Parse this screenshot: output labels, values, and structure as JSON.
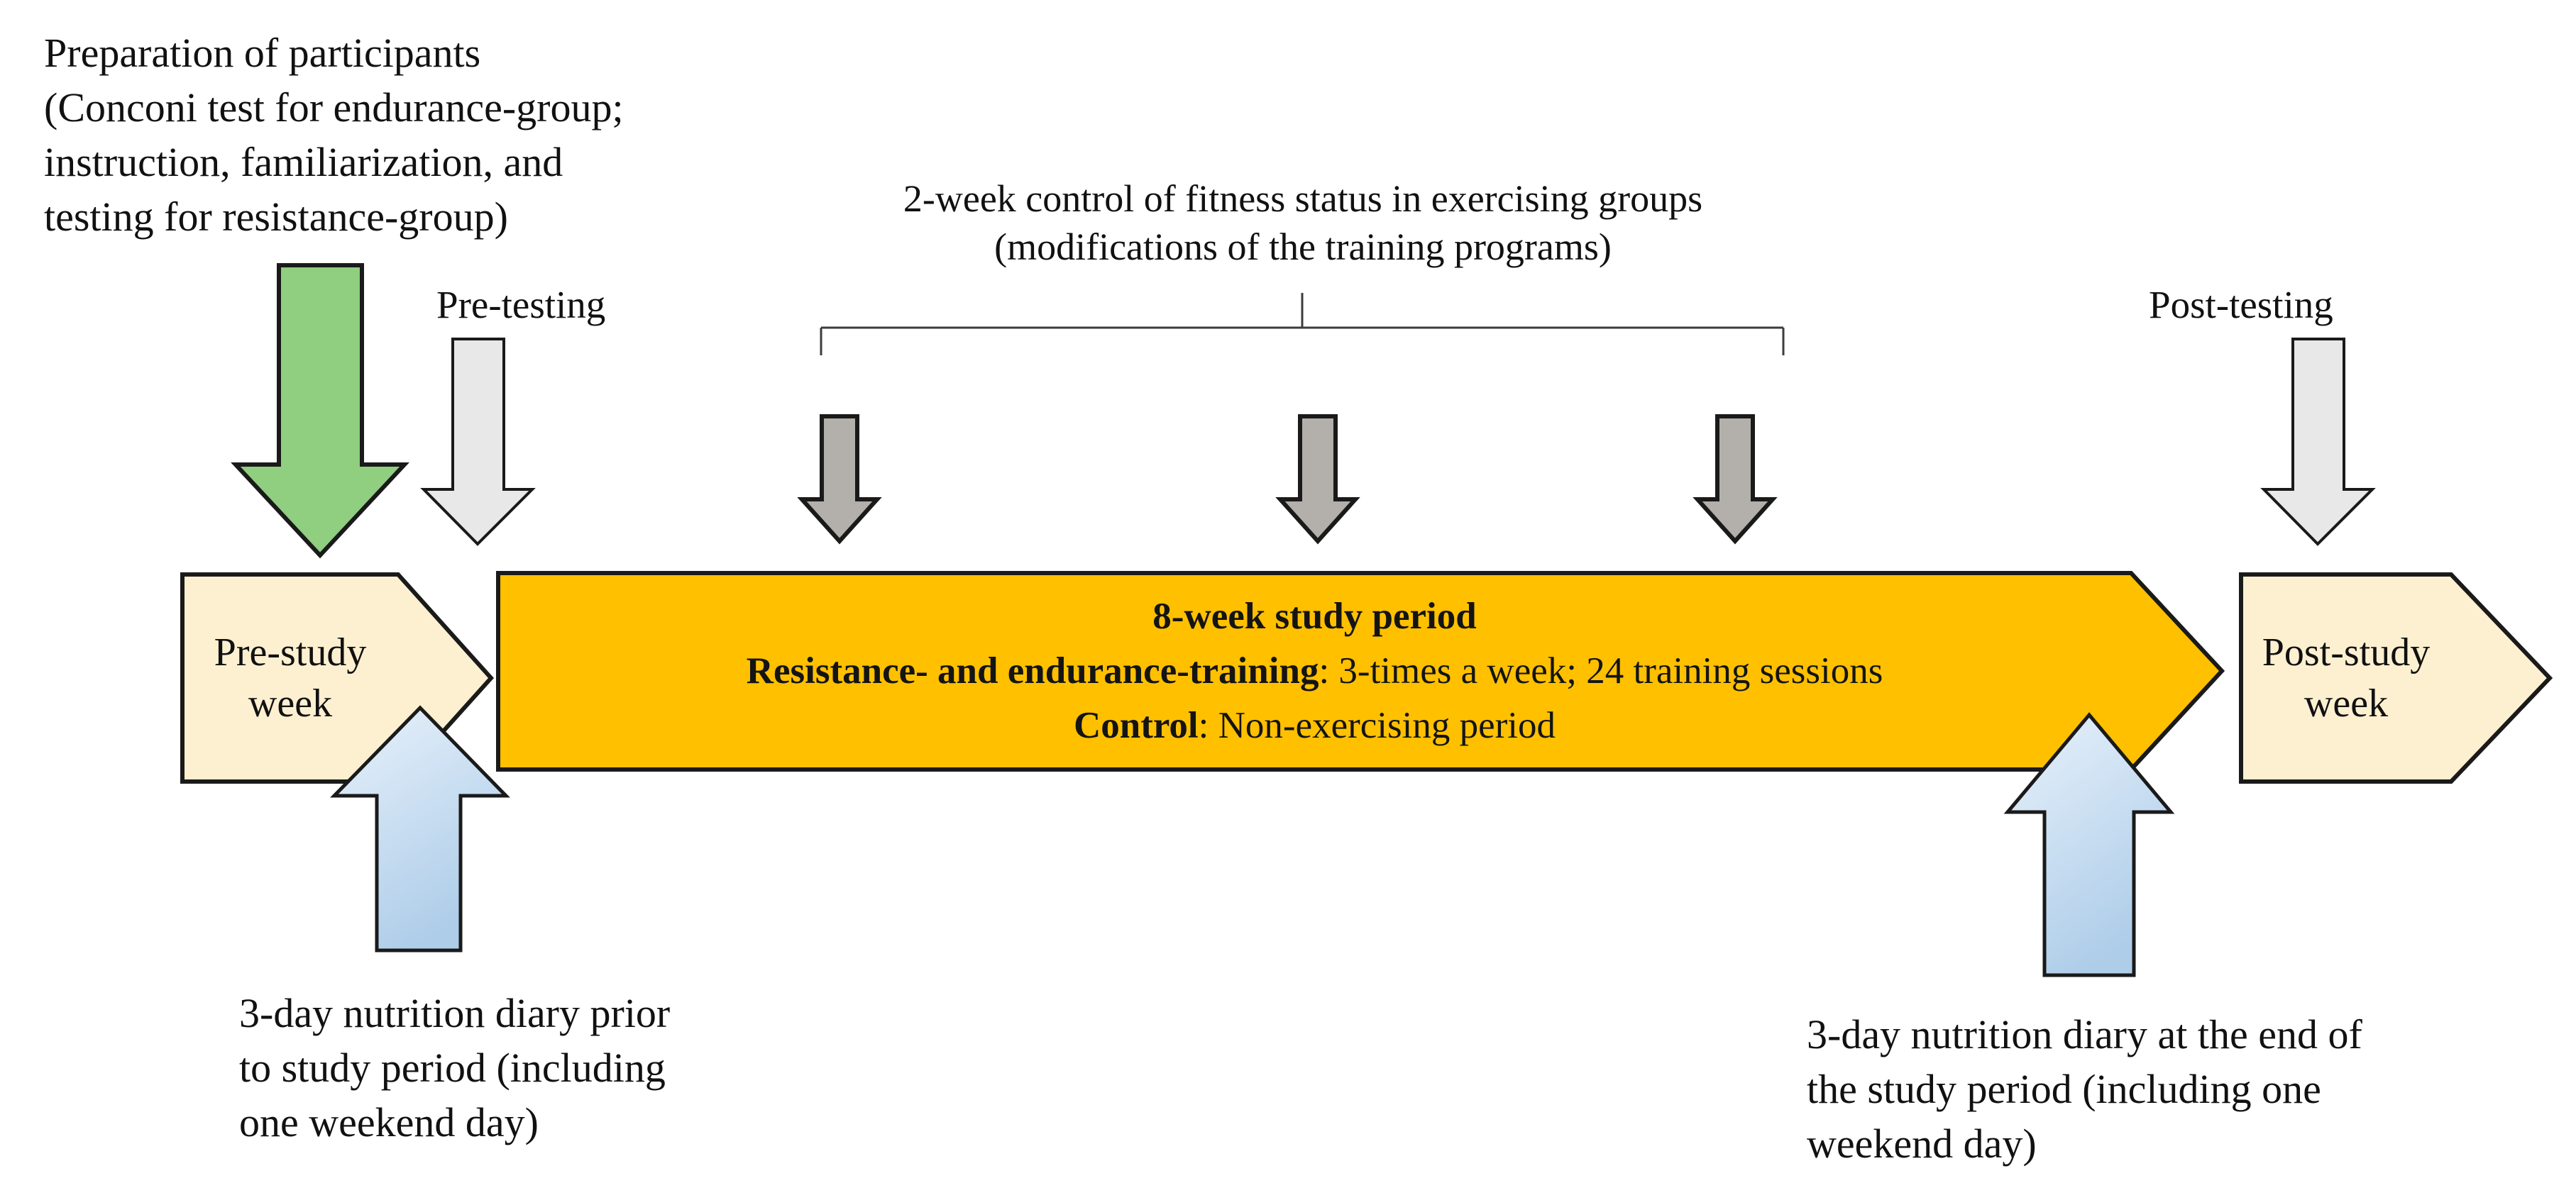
{
  "figure": {
    "notes": {
      "preparation": "Preparation of participants\n(Conconi test for endurance-group;\ninstruction, familiarization, and\ntesting for resistance-group)",
      "fitness_control": "2-week control of fitness status in exercising groups\n(modifications of the training programs)",
      "nutrition_pre": "3-day nutrition diary prior\nto study period (including\none weekend day)",
      "nutrition_post": "3-day nutrition diary at the end of\nthe study period (including one\nweekend day)"
    },
    "labels": {
      "pre_testing": "Pre-testing",
      "post_testing": "Post-testing",
      "pre_study": "Pre-study\nweek",
      "post_study": "Post-study\nweek"
    },
    "timeline": {
      "title": "8-week study period",
      "training_term": "Resistance- and endurance-training",
      "training_desc": ": 3-times a week; 24 training sessions",
      "control_term": "Control",
      "control_desc": ": Non-exercising period"
    },
    "colors": {
      "preparation_arrow": "#90CE80",
      "testing_arrow": "#E8E8E8",
      "checkpoint_arrow": "#B3AFAA",
      "timeline_bar": "#FFC000",
      "study_week_shape": "#FCF0D0",
      "nutrition_arrow_light": "#E9F2FB",
      "nutrition_arrow_dark": "#AECDE9",
      "outline": "#1A1A1A"
    }
  }
}
